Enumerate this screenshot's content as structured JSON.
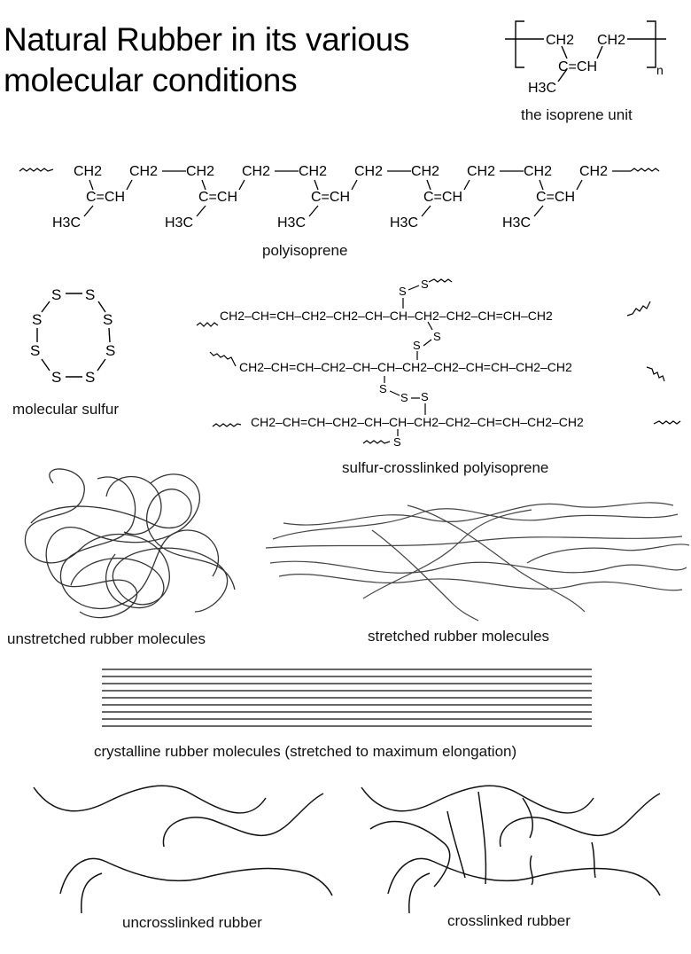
{
  "title": {
    "line1": "Natural Rubber in its various",
    "line2": "molecular conditions"
  },
  "isoprene_unit": {
    "caption": "the isoprene unit",
    "ch2_left": "CH2",
    "ch2_right": "CH2",
    "double_bond": "C=CH",
    "methyl": "H3C",
    "subscript_n": "n"
  },
  "polyisoprene": {
    "caption": "polyisoprene",
    "ch2": "CH2",
    "double_bond": "C=CH",
    "methyl": "H3C"
  },
  "molecular_sulfur": {
    "caption": "molecular sulfur",
    "atom": "S"
  },
  "sulfur_crosslinked": {
    "caption": "sulfur-crosslinked polyisoprene",
    "chain1": "CH2–CH=CH–CH2–CH2–CH–CH–CH2–CH2–CH=CH–CH2",
    "chain2": "CH2–CH=CH–CH2–CH–CH–CH2–CH2–CH=CH–CH2–CH2",
    "chain3": "CH2–CH=CH–CH2–CH–CH–CH2–CH2–CH=CH–CH2–CH2",
    "sulfur": "S"
  },
  "captions": {
    "unstretched": "unstretched rubber molecules",
    "stretched": "stretched rubber molecules",
    "crystalline": "crystalline rubber molecules (stretched to maximum elongation)",
    "uncrosslinked": "uncrosslinked rubber",
    "crosslinked": "crosslinked rubber"
  }
}
